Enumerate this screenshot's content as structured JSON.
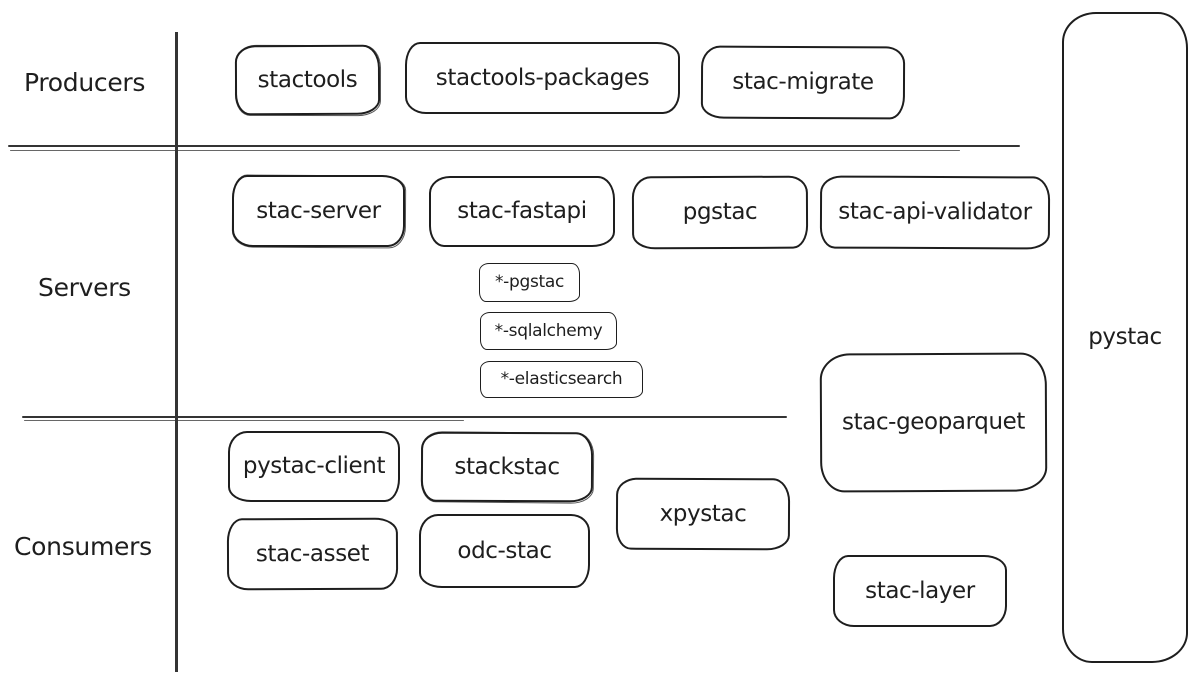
{
  "diagram": {
    "title_hint": "STAC ecosystem tools grouped by role",
    "colors": {
      "ink": "#1e1e1e",
      "line": "#343434",
      "background": "#ffffff"
    },
    "rows": {
      "producers": {
        "label": "Producers",
        "items": [
          {
            "label": "stactools"
          },
          {
            "label": "stactools-packages"
          },
          {
            "label": "stac-migrate"
          }
        ]
      },
      "servers": {
        "label": "Servers",
        "items": [
          {
            "label": "stac-server"
          },
          {
            "label": "stac-fastapi"
          },
          {
            "label": "pgstac"
          },
          {
            "label": "stac-api-validator"
          }
        ],
        "fastapi_backends": [
          {
            "label": "*-pgstac"
          },
          {
            "label": "*-sqlalchemy"
          },
          {
            "label": "*-elasticsearch"
          }
        ]
      },
      "consumers": {
        "label": "Consumers",
        "items": [
          {
            "label": "pystac-client"
          },
          {
            "label": "stackstac"
          },
          {
            "label": "stac-asset"
          },
          {
            "label": "odc-stac"
          },
          {
            "label": "xpystac"
          },
          {
            "label": "stac-layer"
          }
        ]
      }
    },
    "spanning": {
      "servers_consumers": {
        "label": "stac-geoparquet"
      },
      "all_rows": {
        "label": "pystac"
      }
    }
  }
}
